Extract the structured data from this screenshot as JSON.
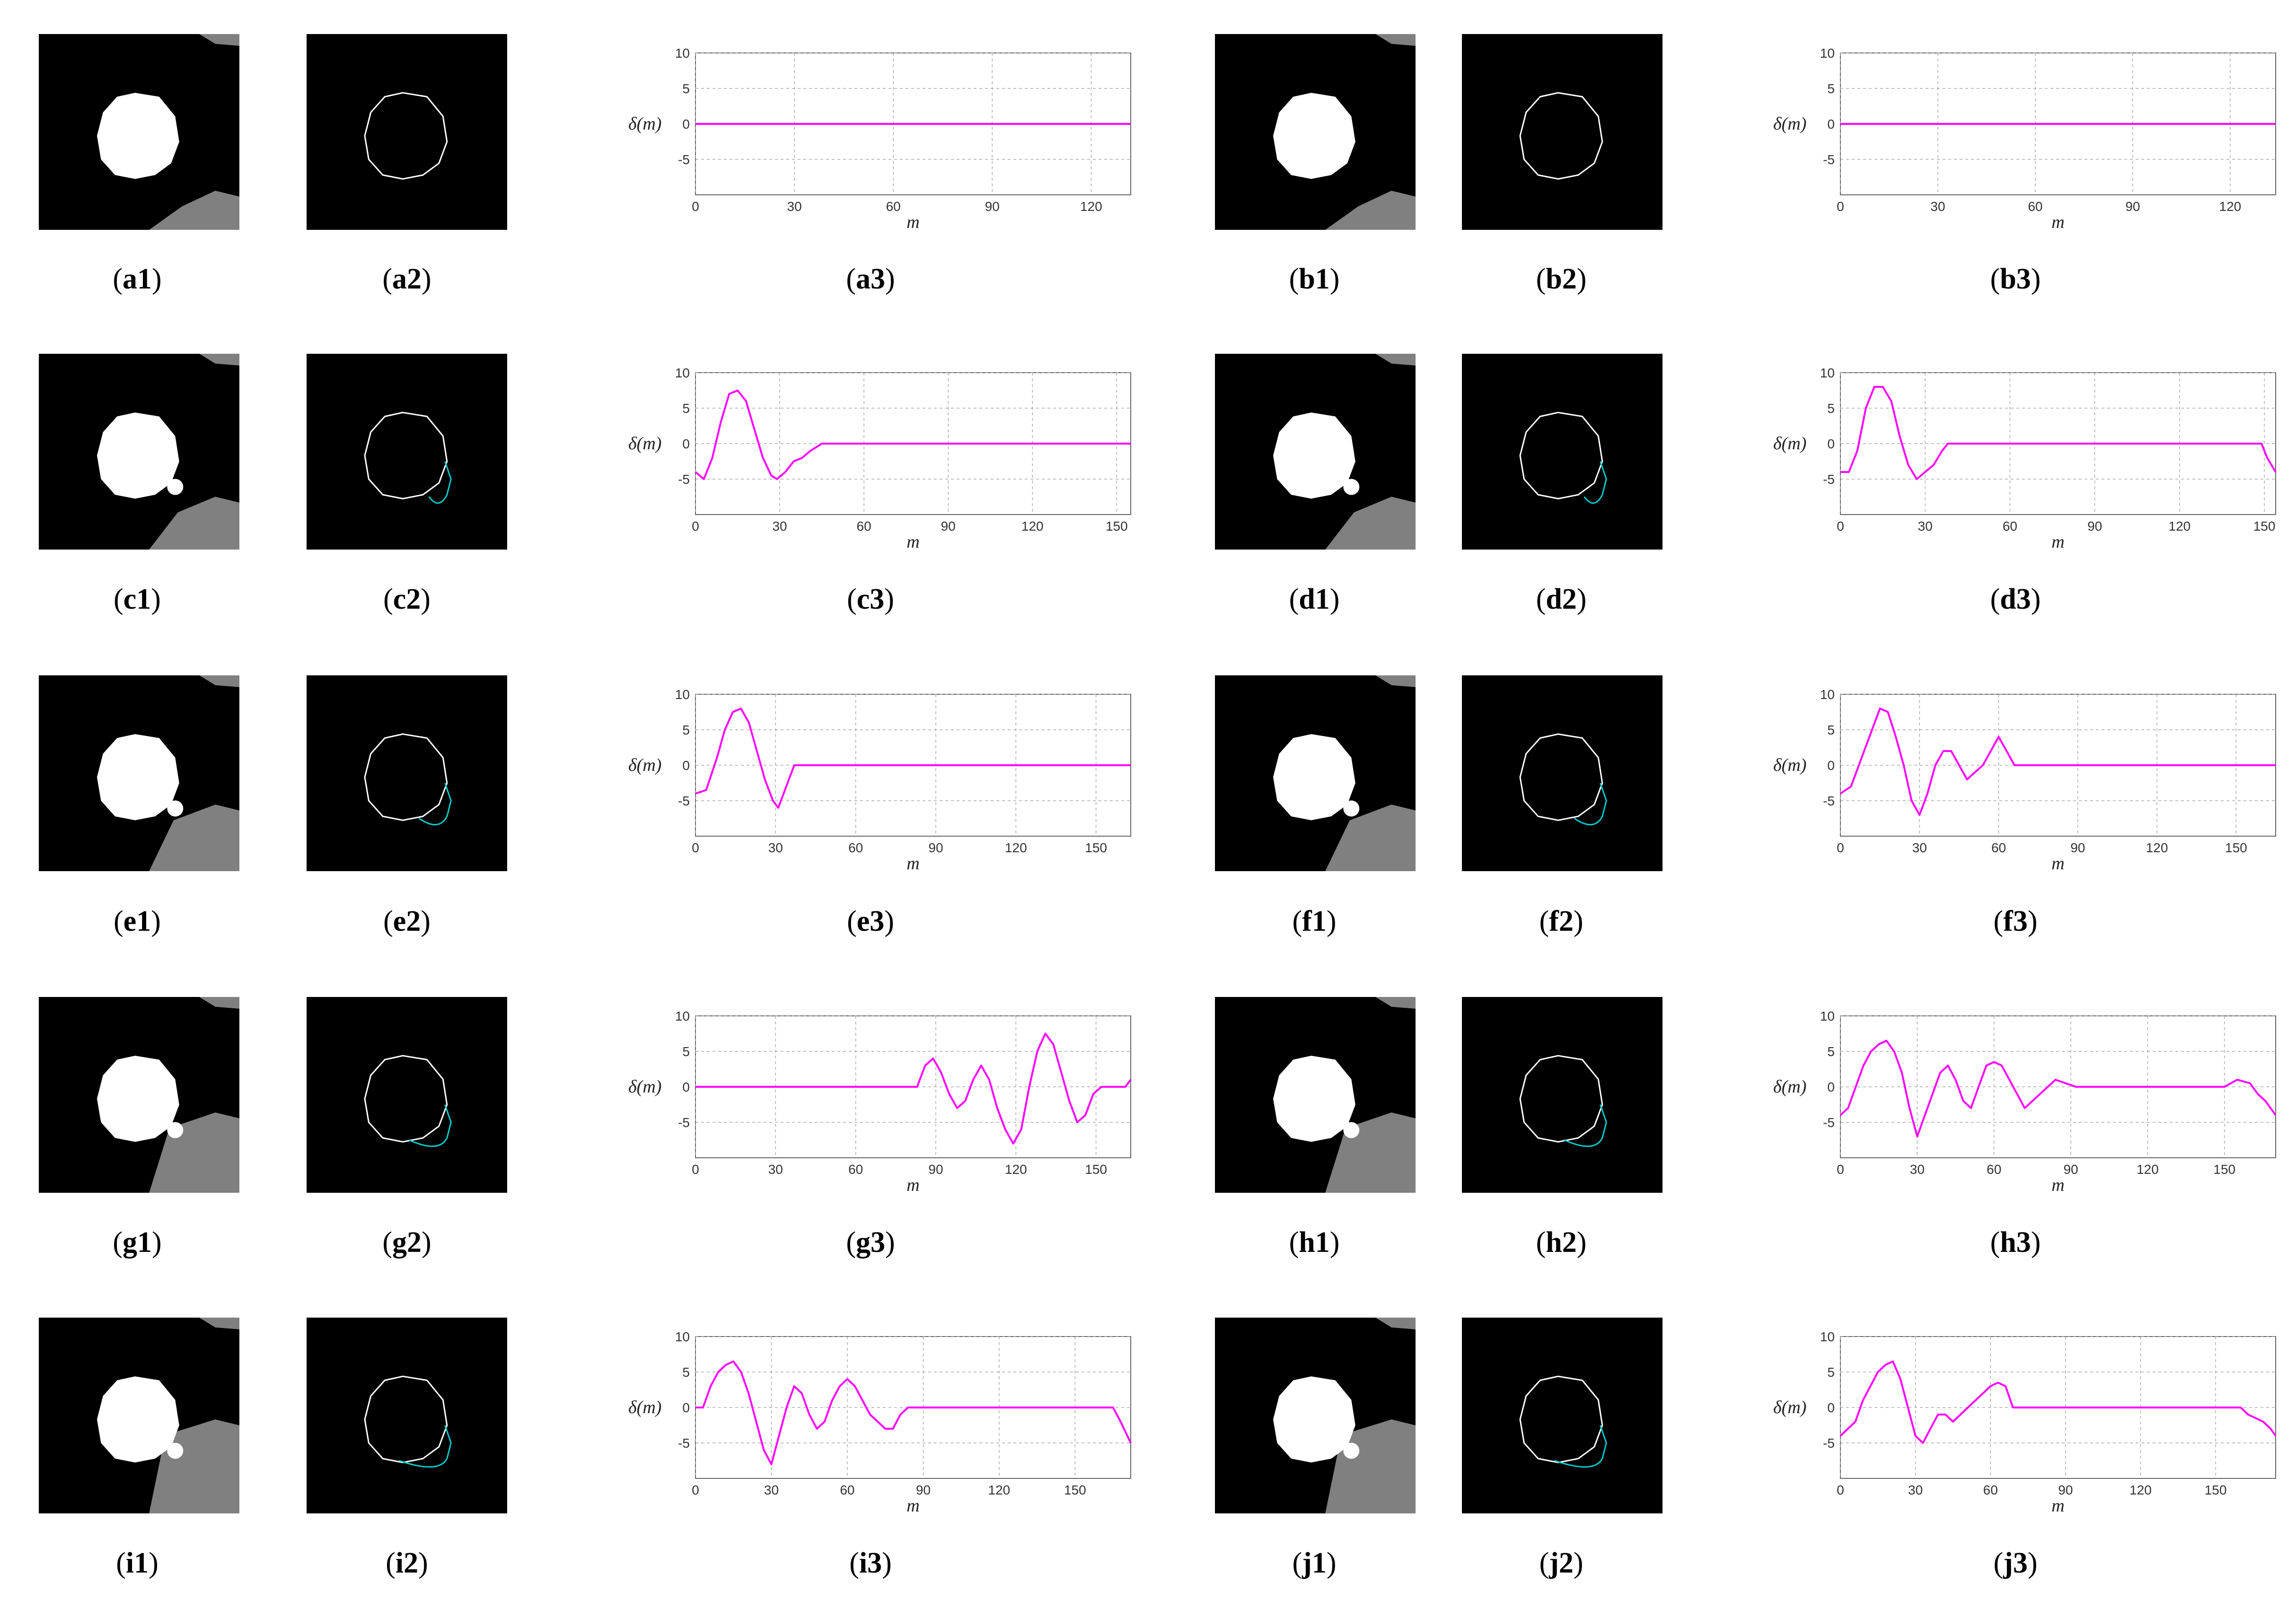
{
  "figure": {
    "rows": [
      {
        "id": "a",
        "left_cols": [
          "a1",
          "a2",
          "a3"
        ],
        "right_cols": [
          "b1",
          "b2",
          "b3"
        ]
      },
      {
        "id": "c",
        "left_cols": [
          "c1",
          "c2",
          "c3"
        ],
        "right_cols": [
          "d1",
          "d2",
          "d3"
        ]
      },
      {
        "id": "e",
        "left_cols": [
          "e1",
          "e2",
          "e3"
        ],
        "right_cols": [
          "f1",
          "f2",
          "f3"
        ]
      },
      {
        "id": "g",
        "left_cols": [
          "g1",
          "g2",
          "g3"
        ],
        "right_cols": [
          "h1",
          "h2",
          "h3"
        ]
      },
      {
        "id": "i",
        "left_cols": [
          "i1",
          "i2",
          "i3"
        ],
        "right_cols": [
          "j1",
          "j2",
          "j3"
        ]
      }
    ],
    "colors": {
      "mask_fg": "#ffffff",
      "mask_bg": "#000000",
      "mask_other": "#808080",
      "contour": "#ffffff",
      "concave_contour": "#00cccc",
      "curve": "#ff00ff",
      "grid": "#aaaaaa"
    }
  },
  "chart_data": [
    {
      "id": "a3",
      "type": "line",
      "ylabel": "δ(m)",
      "xlabel": "m",
      "xticks": [
        0,
        30,
        60,
        90,
        120
      ],
      "xlim": [
        0,
        132
      ],
      "yticks": [
        10,
        5,
        0,
        -5
      ],
      "ylim": [
        -10,
        10
      ],
      "series": [
        {
          "x": [
            0,
            132
          ],
          "y": [
            0,
            0
          ]
        }
      ]
    },
    {
      "id": "b3",
      "type": "line",
      "ylabel": "δ(m)",
      "xlabel": "m",
      "xticks": [
        0,
        30,
        60,
        90,
        120
      ],
      "xlim": [
        0,
        134
      ],
      "yticks": [
        10,
        5,
        0,
        -5
      ],
      "ylim": [
        -10,
        10
      ],
      "series": [
        {
          "x": [
            0,
            134
          ],
          "y": [
            0,
            0
          ]
        }
      ]
    },
    {
      "id": "c3",
      "type": "line",
      "ylabel": "δ(m)",
      "xlabel": "m",
      "xticks": [
        0,
        30,
        60,
        90,
        120,
        150
      ],
      "xlim": [
        0,
        155
      ],
      "yticks": [
        10,
        5,
        0,
        -5
      ],
      "ylim": [
        -10,
        10
      ],
      "series": [
        {
          "x": [
            0,
            3,
            6,
            9,
            12,
            15,
            18,
            21,
            24,
            27,
            29,
            32,
            35,
            38,
            41,
            45,
            155
          ],
          "y": [
            -4,
            -5,
            -2,
            3,
            7,
            7.5,
            6,
            2,
            -2,
            -4.5,
            -5,
            -4,
            -2.5,
            -2,
            -1,
            0,
            0
          ]
        }
      ]
    },
    {
      "id": "d3",
      "type": "line",
      "ylabel": "δ(m)",
      "xlabel": "m",
      "xticks": [
        0,
        30,
        60,
        90,
        120,
        150
      ],
      "xlim": [
        0,
        154
      ],
      "yticks": [
        10,
        5,
        0,
        -5
      ],
      "ylim": [
        -10,
        10
      ],
      "series": [
        {
          "x": [
            0,
            3,
            6,
            9,
            12,
            15,
            18,
            21,
            24,
            27,
            30,
            33,
            36,
            38,
            40,
            149,
            151,
            154
          ],
          "y": [
            -4,
            -4,
            -1,
            5,
            8,
            8,
            6,
            1,
            -3,
            -5,
            -4,
            -3,
            -1,
            0,
            0,
            0,
            -2,
            -4
          ]
        }
      ]
    },
    {
      "id": "e3",
      "type": "line",
      "ylabel": "δ(m)",
      "xlabel": "m",
      "xticks": [
        0,
        30,
        60,
        90,
        120,
        150
      ],
      "xlim": [
        0,
        163
      ],
      "yticks": [
        10,
        5,
        0,
        -5
      ],
      "ylim": [
        -10,
        10
      ],
      "series": [
        {
          "x": [
            0,
            4,
            8,
            11,
            14,
            17,
            20,
            23,
            26,
            29,
            31,
            34,
            37,
            40,
            163
          ],
          "y": [
            -4,
            -3.5,
            1,
            5,
            7.5,
            8,
            6,
            2,
            -2,
            -5,
            -6,
            -3,
            0,
            0,
            0
          ]
        }
      ]
    },
    {
      "id": "f3",
      "type": "line",
      "ylabel": "δ(m)",
      "xlabel": "m",
      "xticks": [
        0,
        30,
        60,
        90,
        120,
        150
      ],
      "xlim": [
        0,
        165
      ],
      "yticks": [
        10,
        5,
        0,
        -5
      ],
      "ylim": [
        -10,
        10
      ],
      "series": [
        {
          "x": [
            0,
            4,
            8,
            12,
            15,
            18,
            21,
            24,
            27,
            30,
            33,
            36,
            39,
            42,
            45,
            48,
            51,
            54,
            57,
            60,
            63,
            66,
            165
          ],
          "y": [
            -4,
            -3,
            1,
            5,
            8,
            7.5,
            4,
            0,
            -5,
            -7,
            -4,
            0,
            2,
            2,
            0,
            -2,
            -1,
            0,
            2,
            4,
            2,
            0,
            0
          ]
        }
      ]
    },
    {
      "id": "g3",
      "type": "line",
      "ylabel": "δ(m)",
      "xlabel": "m",
      "xticks": [
        0,
        30,
        60,
        90,
        120,
        150
      ],
      "xlim": [
        0,
        163
      ],
      "yticks": [
        10,
        5,
        0,
        -5
      ],
      "ylim": [
        -10,
        10
      ],
      "series": [
        {
          "x": [
            0,
            83,
            86,
            89,
            92,
            95,
            98,
            101,
            104,
            107,
            110,
            113,
            116,
            119,
            122,
            125,
            128,
            131,
            134,
            137,
            140,
            143,
            146,
            149,
            152,
            155,
            158,
            161,
            163
          ],
          "y": [
            0,
            0,
            3,
            4,
            2,
            -1,
            -3,
            -2,
            1,
            3,
            1,
            -3,
            -6,
            -8,
            -6,
            0,
            5,
            7.5,
            6,
            2,
            -2,
            -5,
            -4,
            -1,
            0,
            0,
            0,
            0,
            1
          ]
        }
      ]
    },
    {
      "id": "h3",
      "type": "line",
      "ylabel": "δ(m)",
      "xlabel": "m",
      "xticks": [
        0,
        30,
        60,
        90,
        120,
        150
      ],
      "xlim": [
        0,
        170
      ],
      "yticks": [
        10,
        5,
        0,
        -5
      ],
      "ylim": [
        -10,
        10
      ],
      "series": [
        {
          "x": [
            0,
            3,
            6,
            9,
            12,
            15,
            18,
            21,
            24,
            27,
            30,
            33,
            36,
            39,
            42,
            45,
            48,
            51,
            54,
            57,
            60,
            63,
            66,
            69,
            72,
            75,
            78,
            81,
            84,
            88,
            92,
            150,
            155,
            160,
            163,
            166,
            170
          ],
          "y": [
            -4,
            -3,
            0,
            3,
            5,
            6,
            6.5,
            5,
            2,
            -3,
            -7,
            -4,
            -1,
            2,
            3,
            1,
            -2,
            -3,
            0,
            3,
            3.5,
            3,
            1,
            -1,
            -3,
            -2,
            -1,
            0,
            1,
            0.5,
            0,
            0,
            1,
            0.5,
            -1,
            -2,
            -4
          ]
        }
      ]
    },
    {
      "id": "i3",
      "type": "line",
      "ylabel": "δ(m)",
      "xlabel": "m",
      "xticks": [
        0,
        30,
        60,
        90,
        120,
        150
      ],
      "xlim": [
        0,
        172
      ],
      "yticks": [
        10,
        5,
        0,
        -5
      ],
      "ylim": [
        -10,
        10
      ],
      "series": [
        {
          "x": [
            0,
            3,
            6,
            9,
            12,
            15,
            18,
            21,
            24,
            27,
            30,
            33,
            36,
            39,
            42,
            45,
            48,
            51,
            54,
            57,
            60,
            63,
            66,
            69,
            72,
            75,
            78,
            81,
            84,
            87,
            165,
            168,
            172
          ],
          "y": [
            0,
            0,
            3,
            5,
            6,
            6.5,
            5,
            2,
            -2,
            -6,
            -8,
            -4,
            0,
            3,
            2,
            -1,
            -3,
            -2,
            1,
            3,
            4,
            3,
            1,
            -1,
            -2,
            -3,
            -3,
            -1,
            0,
            0,
            0,
            -2,
            -5
          ]
        }
      ]
    },
    {
      "id": "j3",
      "type": "line",
      "ylabel": "δ(m)",
      "xlabel": "m",
      "xticks": [
        0,
        30,
        60,
        90,
        120,
        150
      ],
      "xlim": [
        0,
        174
      ],
      "yticks": [
        10,
        5,
        0,
        -5
      ],
      "ylim": [
        -10,
        10
      ],
      "series": [
        {
          "x": [
            0,
            3,
            6,
            9,
            12,
            15,
            18,
            21,
            24,
            27,
            30,
            33,
            36,
            39,
            42,
            45,
            48,
            51,
            54,
            57,
            60,
            63,
            66,
            69,
            160,
            163,
            166,
            169,
            172,
            174
          ],
          "y": [
            -4,
            -3,
            -2,
            1,
            3,
            5,
            6,
            6.5,
            4,
            0,
            -4,
            -5,
            -3,
            -1,
            -1,
            -2,
            -1,
            0,
            1,
            2,
            3,
            3.5,
            3,
            0,
            0,
            -1,
            -1.5,
            -2,
            -3,
            -4
          ]
        }
      ]
    }
  ]
}
